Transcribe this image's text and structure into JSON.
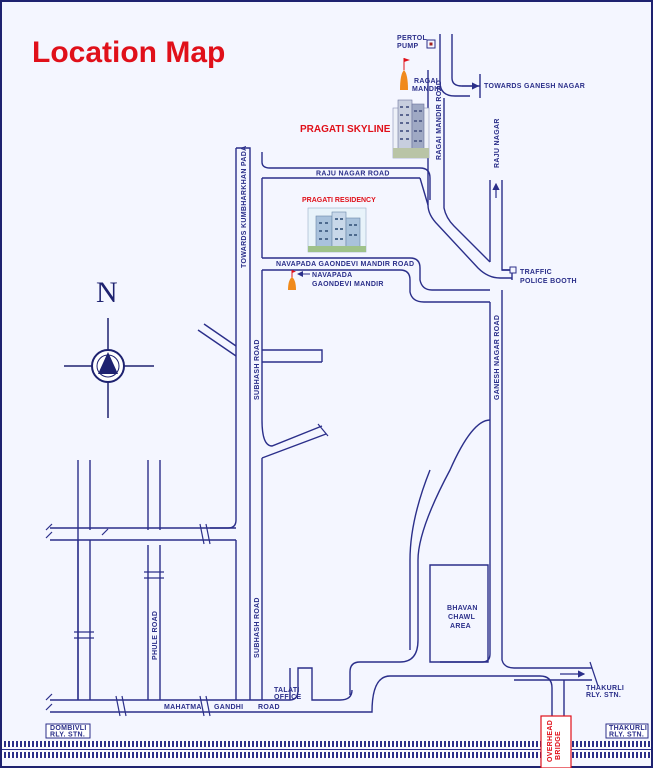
{
  "title": "Location Map",
  "colors": {
    "title": "#e0101a",
    "road": "#2b2f8a",
    "label": "#2b2f8a",
    "temple": "#f08a1c",
    "flag": "#e0101a",
    "frame": "#1e2270"
  },
  "compass": {
    "north_label": "N"
  },
  "projects": {
    "skyline": "PRAGATI SKYLINE",
    "residency": "PRAGATI RESIDENCY"
  },
  "landmarks": {
    "petrol_pump": [
      "PERTOL",
      "PUMP"
    ],
    "ragai_mandir": [
      "RAGAI",
      "MANDIR"
    ],
    "navapada_mandir": [
      "NAVAPADA",
      "GAONDEVI MANDIR"
    ],
    "traffic_booth": [
      "TRAFFIC",
      "POLICE BOOTH"
    ],
    "bhavan_chawl": [
      "BHAVAN",
      "CHAWL",
      "AREA"
    ],
    "talati_office": [
      "TALATI",
      "OFFICE"
    ],
    "overhead_bridge": [
      "OVERHEAD",
      "BRIDGE"
    ],
    "dombivli_stn": [
      "DOMBIVLI",
      "RLY. STN."
    ],
    "thakurli_stn_box": [
      "THAKURLI",
      "RLY. STN."
    ],
    "thakurli_stn_arrow": [
      "THAKURLI",
      "RLY. STN."
    ]
  },
  "roads": {
    "towards_ganesh_nagar": "TOWARDS GANESH NAGAR",
    "ragai_mandir_road": "RAGAI MANDIR ROAD",
    "raju_nagar_up": "RAJU NAGAR",
    "raju_nagar_road": "RAJU NAGAR ROAD",
    "kumbharkhan_pada": "TOWARDS KUMBHARKHAN PADA",
    "navapada_road": "NAVAPADA GAONDEVI MANDIR ROAD",
    "subhash_road_upper": "SUBHASH ROAD",
    "subhash_road_lower": "SUBHASH ROAD",
    "ganesh_nagar_road": "GANESH NAGAR ROAD",
    "phule_road": "PHULE ROAD",
    "mahatma_gandhi_road": [
      "MAHATMA",
      "GANDHI",
      "ROAD"
    ]
  }
}
